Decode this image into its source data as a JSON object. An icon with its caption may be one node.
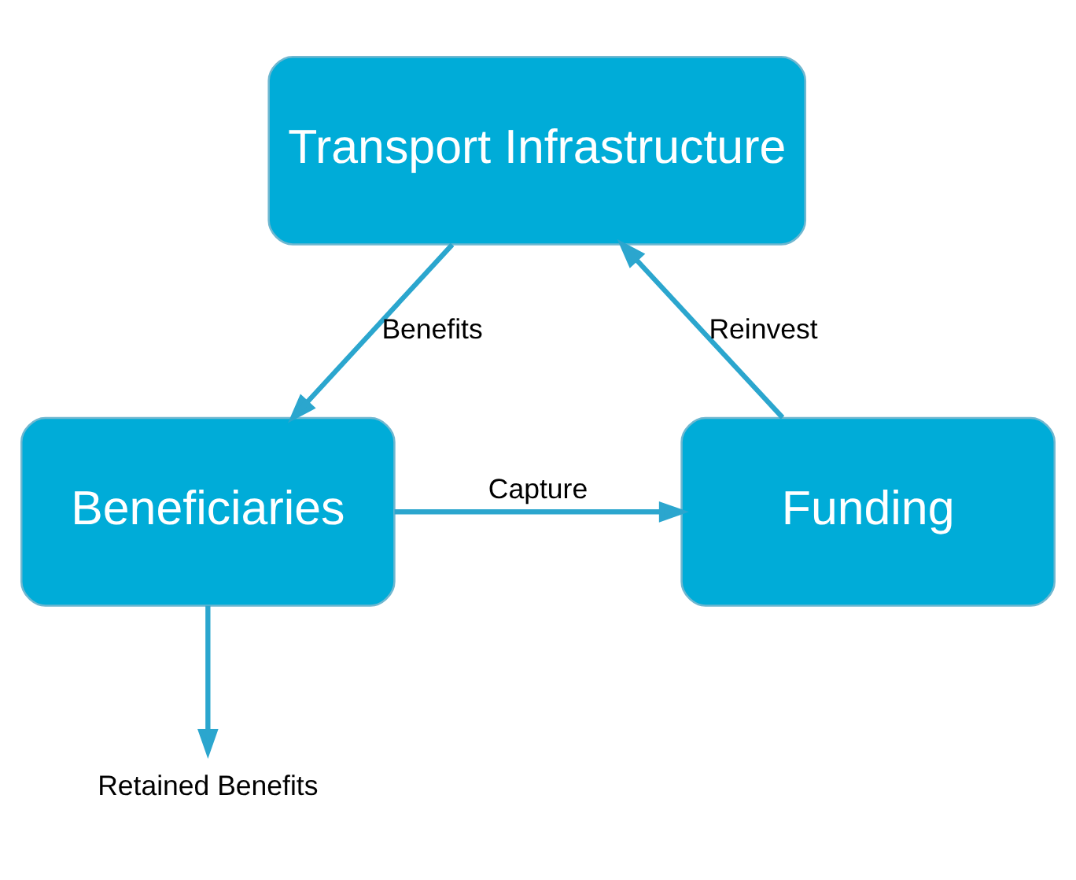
{
  "diagram": {
    "nodes": [
      {
        "text": [
          "Transport Infrastructure"
        ]
      },
      {
        "text": [
          "Beneficiaries"
        ]
      },
      {
        "text": [
          "Funding"
        ]
      },
      {
        "text": [
          "Retained Benefits"
        ]
      }
    ],
    "edges": [
      {
        "from": 0,
        "to": 1,
        "arrow": "to",
        "label": "Benefits"
      },
      {
        "from": 1,
        "to": 2,
        "arrow": "to",
        "label": "Capture"
      },
      {
        "from": 2,
        "to": 0,
        "arrow": "to",
        "label": "Reinvest"
      },
      {
        "from": 1,
        "to": 3,
        "arrow": "to"
      }
    ]
  }
}
